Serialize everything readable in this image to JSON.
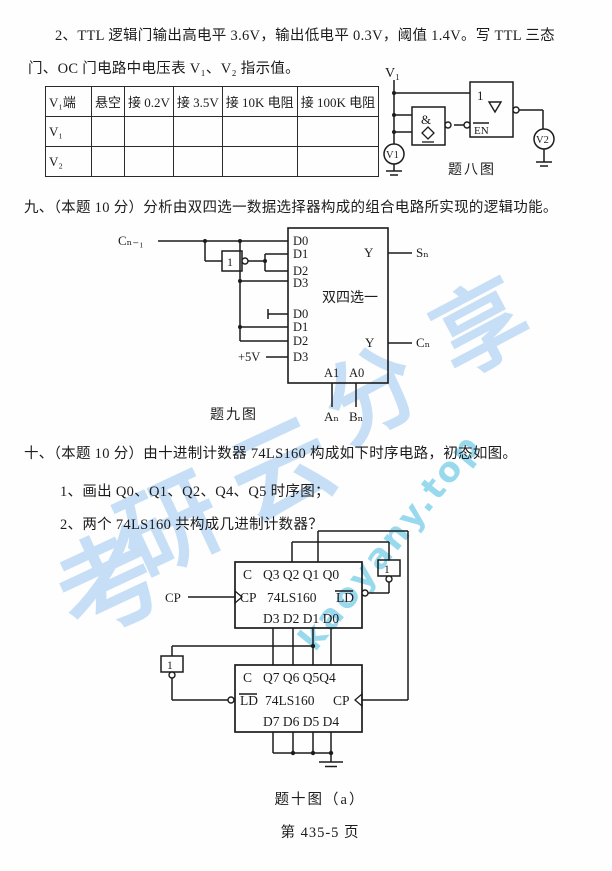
{
  "question2": {
    "line1": "2、TTL 逻辑门输出高电平 3.6V，输出低电平 0.3V，阈值 1.4V。写 TTL 三态",
    "line2": "门、OC 门电路中电压表 V₁、V₂ 指示值。"
  },
  "table": {
    "headers": [
      "V₁端",
      "悬空",
      "接 0.2V",
      "接 3.5V",
      "接 10K 电阻",
      "接 100K 电阻"
    ],
    "rows": [
      {
        "label": "V₁",
        "cells": [
          "",
          "",
          "",
          "",
          ""
        ]
      },
      {
        "label": "V₂",
        "cells": [
          "",
          "",
          "",
          "",
          ""
        ]
      }
    ]
  },
  "fig8": {
    "caption": "题八图",
    "v1_terminal": "V₁",
    "and_label": "&",
    "tristate_label": "1",
    "en_label": "EN",
    "v1_meter": "V1",
    "v2_meter": "V2"
  },
  "question9": {
    "text": "九、（本题 10 分）分析由双四选一数据选择器构成的组合电路所实现的逻辑功能。"
  },
  "fig9": {
    "caption": "题九图",
    "cn_prev": "Cₙ₋₁",
    "inverter": "1",
    "mux_label": "双四选一",
    "pins_upper": [
      "D0",
      "D1",
      "D2",
      "D3"
    ],
    "pins_lower": [
      "D0",
      "D1",
      "D2",
      "D3"
    ],
    "y_upper": "Y",
    "y_lower": "Y",
    "sn": "Sₙ",
    "cn": "Cₙ",
    "a1": "A1",
    "a0": "A0",
    "an": "Aₙ",
    "bn": "Bₙ",
    "vcc": "+5V"
  },
  "question10": {
    "text": "十、（本题 10 分）由十进制计数器 74LS160 构成如下时序电路，初态如图。",
    "item1": "1、画出 Q0、Q1、Q2、Q4、Q5 时序图；",
    "item2": "2、两个 74LS160 共构成几进制计数器？",
    "fig_caption": "题十图（a）"
  },
  "fig10": {
    "cp_input": "CP",
    "inv1": "1",
    "inv2": "1",
    "box1": {
      "c": "C",
      "q": "Q3 Q2 Q1 Q0",
      "cp": "CP",
      "chip": "74LS160",
      "ld": "LD",
      "d": "D3 D2 D1 D0"
    },
    "box2": {
      "c": "C",
      "q": "Q7 Q6 Q5Q4",
      "ld": "LD",
      "chip": "74LS160",
      "cp": "CP",
      "d": "D7 D6 D5 D4"
    }
  },
  "footer": {
    "page_number": "第 435-5 页"
  },
  "watermark": {
    "chars": [
      "考",
      "研",
      "云",
      "分",
      "享"
    ],
    "site": "kaoyany.top",
    "char_color": "#c5def6",
    "site_color": "#87d3eb"
  }
}
